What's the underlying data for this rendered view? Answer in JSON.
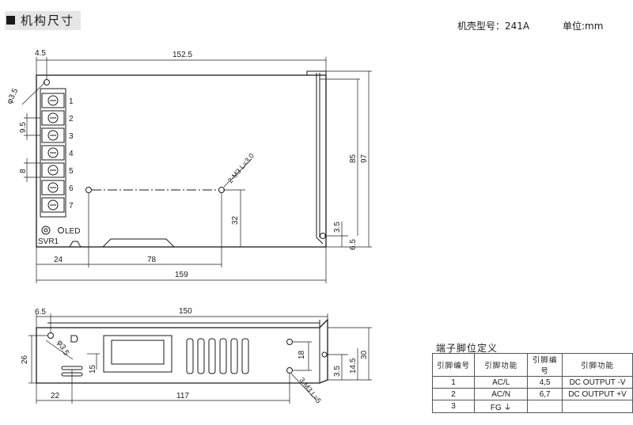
{
  "header": {
    "title": "机构尺寸"
  },
  "case_info": {
    "case_label": "机壳型号：",
    "case_no": "241A",
    "unit_label": "单位:",
    "unit": "mm"
  },
  "top_view": {
    "dims": {
      "d4_5": "4.5",
      "d152_5": "152.5",
      "d3_5dia": "φ3.5",
      "d9_5": "9.5",
      "d8": "8",
      "d85": "85",
      "d97": "97",
      "d3_5r": "3.5",
      "d6_5r": "6.5",
      "d32": "32",
      "d24": "24",
      "d78": "78",
      "d159": "159",
      "mount": "2-M3 L=3.0"
    },
    "terminals": [
      "1",
      "2",
      "3",
      "4",
      "5",
      "6",
      "7"
    ],
    "svr_label": "SVR1",
    "led_label": "LED"
  },
  "side_view": {
    "dims": {
      "d6_5": "6.5",
      "d150": "150",
      "d3_5dia": "φ3.5",
      "d26": "26",
      "d15": "15",
      "d22": "22",
      "d117": "117",
      "d18": "18",
      "d3_5": "3.5",
      "d14_5": "14.5",
      "d30": "30",
      "mount": "3-M3 L=5"
    }
  },
  "pin_table": {
    "title": "端子脚位定义",
    "headers": [
      "引脚编号",
      "引脚功能",
      "引脚编号",
      "引脚功能"
    ],
    "rows": [
      [
        "1",
        "AC/L",
        "4,5",
        "DC OUTPUT -V"
      ],
      [
        "2",
        "AC/N",
        "6,7",
        "DC OUTPUT +V"
      ],
      [
        "3",
        "FG ⏚",
        "",
        ""
      ]
    ]
  }
}
